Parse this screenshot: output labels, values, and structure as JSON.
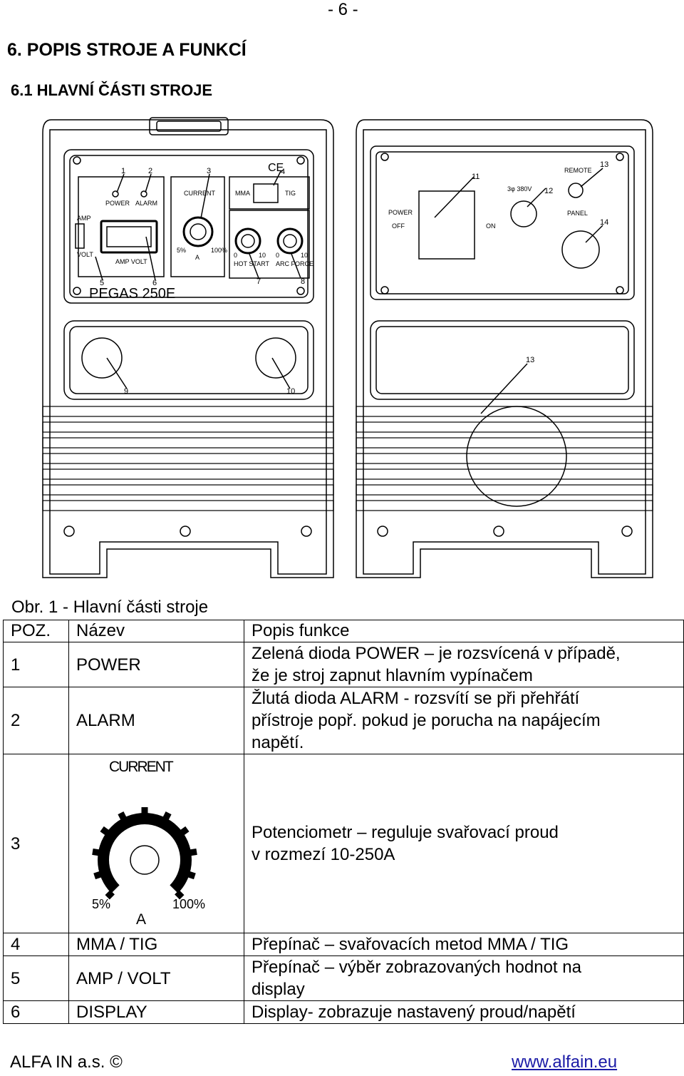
{
  "page_number": "- 6 -",
  "heading1": "6. POPIS STROJE A FUNKCÍ",
  "heading2": {
    "num": "6.1",
    "text": "HLAVNÍ ČÁSTI STROJE"
  },
  "figure": {
    "front_panel": {
      "brand": "PEGAS 250E",
      "labels": {
        "power": "POWER",
        "alarm": "ALARM",
        "current": "CURRENT",
        "mma": "MMA",
        "tig": "TIG",
        "amp": "AMP",
        "volt": "VOLT",
        "amp_volt": "AMP VOLT",
        "pct5": "5%",
        "pct100": "100%",
        "a": "A",
        "zero1": "0",
        "ten1": "10",
        "zero2": "0",
        "ten2": "10",
        "hot_start": "HOT START",
        "arc_force": "ARC FORCE",
        "ce": "CE"
      },
      "callouts": [
        "1",
        "2",
        "3",
        "4",
        "5",
        "6",
        "7",
        "8",
        "9",
        "10"
      ]
    },
    "rear_panel": {
      "labels": {
        "remote": "REMOTE",
        "power": "POWER",
        "off": "OFF",
        "on": "ON",
        "voltage": "3φ 380V",
        "panel": "PANEL"
      },
      "callouts": [
        "11",
        "12",
        "13",
        "14",
        "13"
      ]
    }
  },
  "caption": "Obr. 1 - Hlavní části stroje",
  "table": {
    "headers": [
      "POZ.",
      "Název",
      "Popis funkce"
    ],
    "rows": [
      {
        "pos": "1",
        "name": "POWER",
        "desc": [
          "Zelená dioda POWER – je rozsvícená v případě,",
          "že je stroj zapnut hlavním vypínačem"
        ]
      },
      {
        "pos": "2",
        "name": "ALARM",
        "desc": [
          "Žlutá dioda ALARM  - rozsvítí se při přehřátí",
          "přístroje popř. pokud je porucha na napájecím",
          "napětí."
        ]
      },
      {
        "pos": "3",
        "name": "",
        "desc": [
          "Potenciometr – reguluje svařovací proud",
          "v rozmezí 10-250A"
        ],
        "knob": {
          "title": "CURRENT",
          "min": "5%",
          "max": "100%",
          "unit": "A"
        }
      },
      {
        "pos": "4",
        "name": "MMA / TIG",
        "desc": [
          "Přepínač – svařovacích metod MMA / TIG"
        ]
      },
      {
        "pos": "5",
        "name": "AMP / VOLT",
        "desc": [
          "Přepínač – výběr zobrazovaných hodnot na",
          "display"
        ]
      },
      {
        "pos": "6",
        "name": "DISPLAY",
        "desc": [
          "Display- zobrazuje nastavený proud/napětí"
        ]
      }
    ]
  },
  "footer": {
    "left": "ALFA IN a.s. ©",
    "right": "www.alfain.eu"
  }
}
